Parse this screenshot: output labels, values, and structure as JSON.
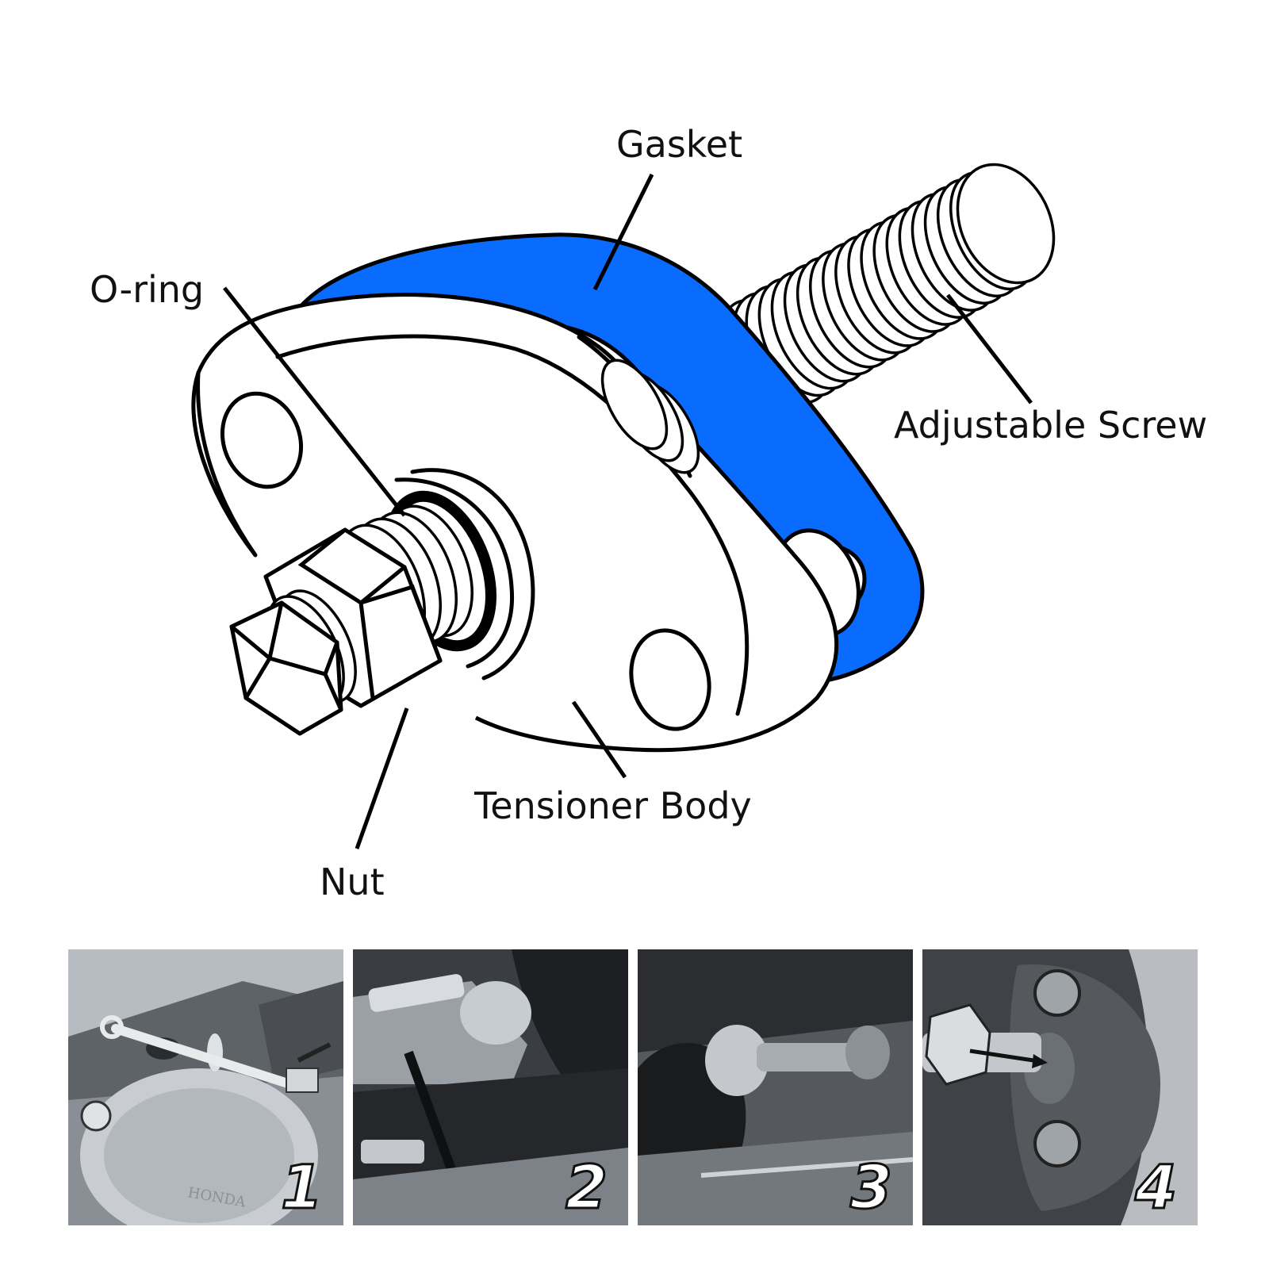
{
  "labels": {
    "gasket": "Gasket",
    "o_ring": "O-ring",
    "adjustable_screw": "Adjustable Screw",
    "tensioner_body": "Tensioner Body",
    "nut": "Nut"
  },
  "colors": {
    "gasket_fill": "#0A6CFF",
    "outline": "#000000",
    "background": "#FFFFFF"
  },
  "photo_steps": [
    {
      "number": "1",
      "image_text": "HONDA"
    },
    {
      "number": "2"
    },
    {
      "number": "3"
    },
    {
      "number": "4"
    }
  ]
}
